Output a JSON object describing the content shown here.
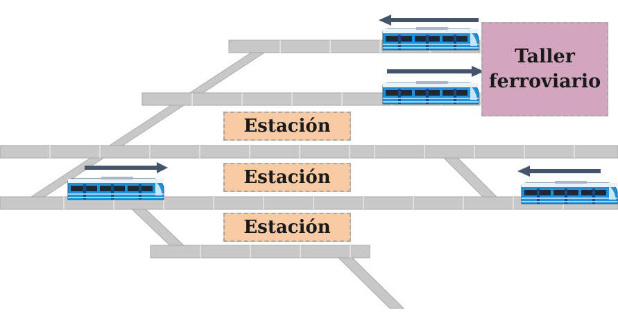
{
  "workshop": {
    "line1": "Taller",
    "line2": "ferroviario"
  },
  "stations": [
    {
      "label": "Estación"
    },
    {
      "label": "Estación"
    },
    {
      "label": "Estación"
    }
  ],
  "trains": [
    {
      "id": "train-top-right",
      "direction": "left"
    },
    {
      "id": "train-second-right",
      "direction": "right"
    },
    {
      "id": "train-lower-left",
      "direction": "right"
    },
    {
      "id": "train-lower-right",
      "direction": "left"
    }
  ],
  "colors": {
    "track": "#c8c8c8",
    "station": "#f8cba5",
    "workshop": "#d4a5be",
    "arrow": "#44546a",
    "train_body": "#1f8fd6"
  }
}
